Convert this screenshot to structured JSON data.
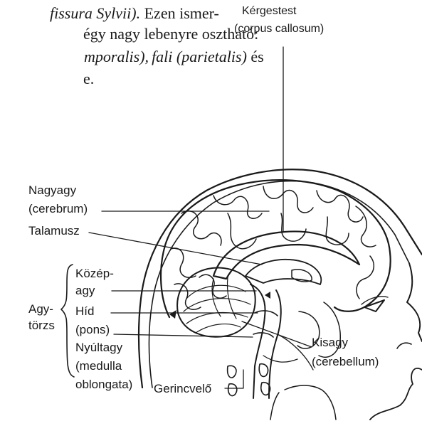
{
  "text_block": {
    "line1_italic": "fissura Sylvii).",
    "line1_rest": " Ezen ismer-",
    "line2": "égy nagy lebenyre osztható:",
    "line3_italic_a": "mporalis),",
    "line3_italic_b": "fali (parietalis)",
    "line3_rest": " és",
    "line4": "e."
  },
  "labels": {
    "corpus_callosum_hu": "Kérgestest",
    "corpus_callosum_lat": "(corpus callosum)",
    "cerebrum_hu": "Nagyagy",
    "cerebrum_lat": "(cerebrum)",
    "thalamus": "Talamusz",
    "midbrain_1": "Közép-",
    "midbrain_2": "agy",
    "brainstem_1": "Agy-",
    "brainstem_2": "törzs",
    "pons_hu": "Híd",
    "pons_lat": "(pons)",
    "medulla_hu": "Nyúltagy",
    "medulla_lat_1": "(medulla",
    "medulla_lat_2": "oblongata)",
    "cerebellum_hu": "Kisagy",
    "cerebellum_lat": "(cerebellum)",
    "spinal_cord": "Gerincvelő"
  }
}
